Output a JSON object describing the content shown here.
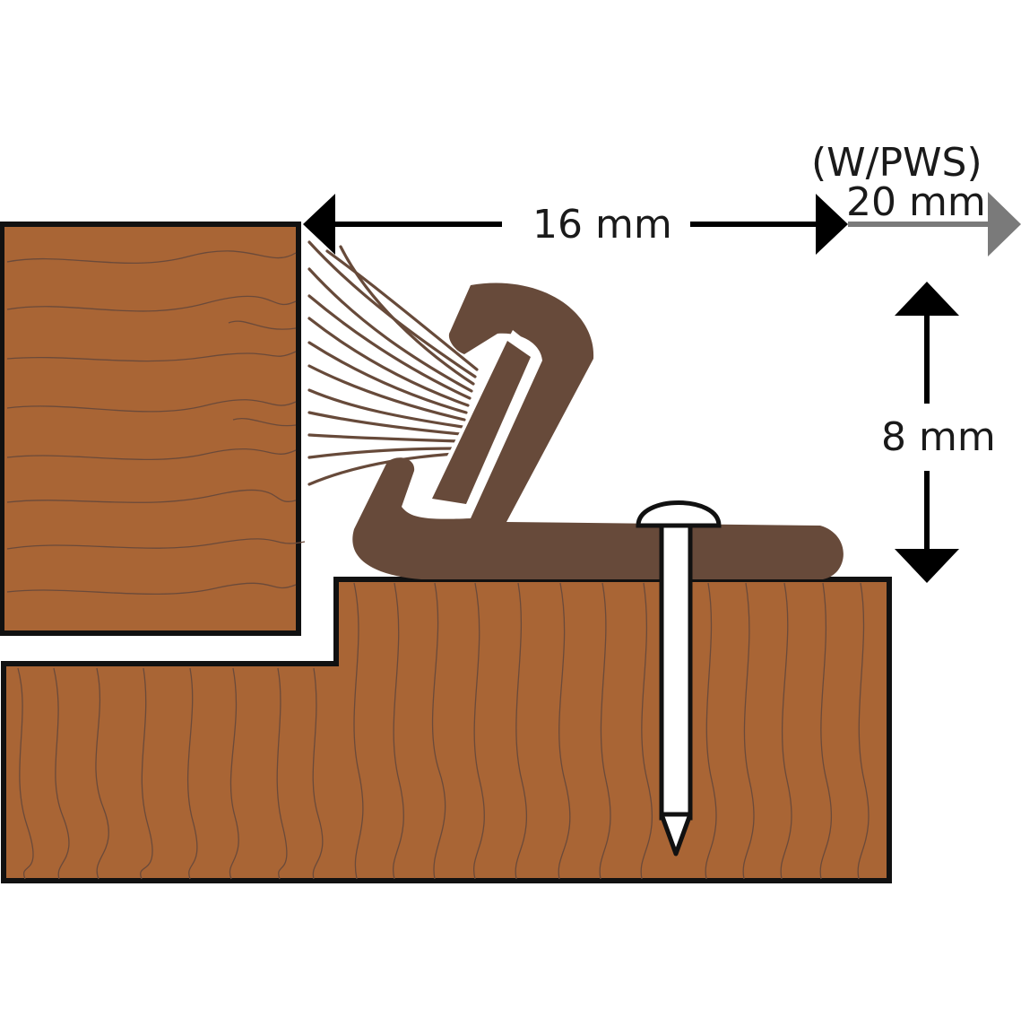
{
  "dimensions": {
    "depth_label": "16 mm",
    "pws_note": "(W/PWS)",
    "pws_label": "20 mm",
    "height_label": "8 mm"
  },
  "colors": {
    "wood": "#a96535",
    "wood_grain": "#6b4a3a",
    "seal_brown": "#674a3a",
    "outline": "#111111",
    "arrow_black": "#000000",
    "arrow_grey": "#7a7a7a",
    "nail": "#ffffff"
  },
  "icons": {
    "brush": "brush-bristles-icon",
    "nail": "nail-icon"
  }
}
